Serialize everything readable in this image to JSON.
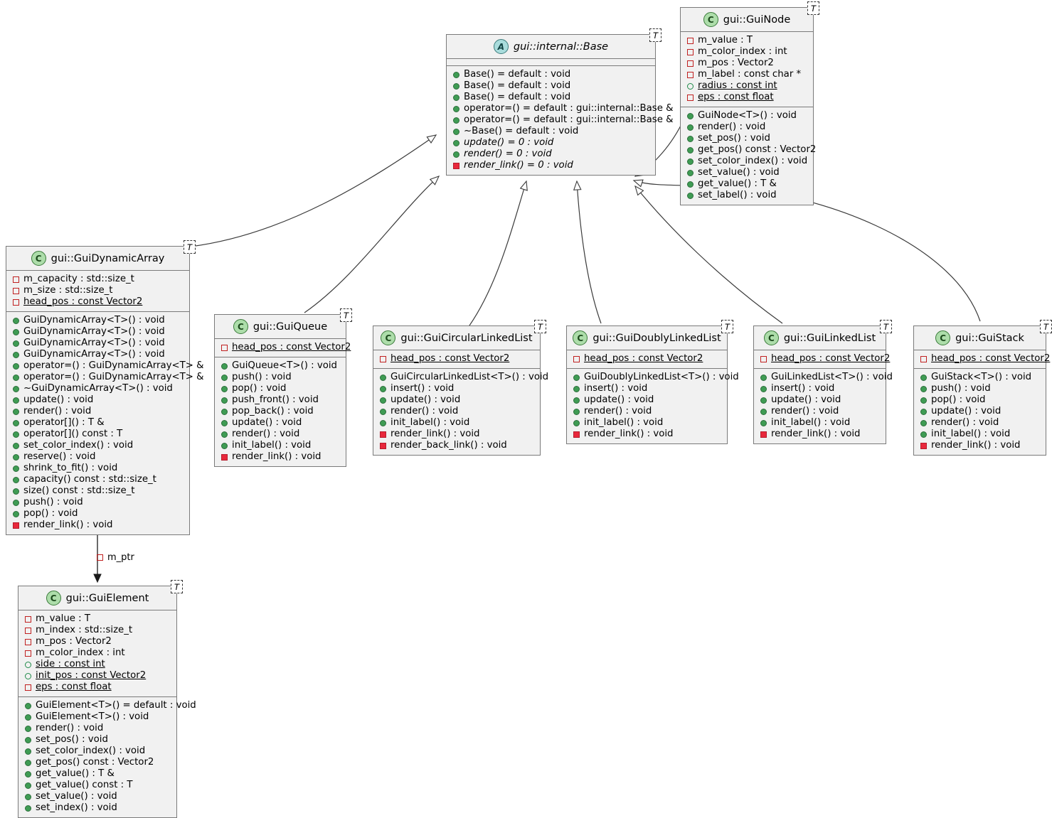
{
  "diagram": {
    "type": "uml-class-diagram",
    "background": "#ffffff",
    "class_fill": "#f1f1f1",
    "border_color": "#7a7a7a",
    "abstract_icon_color": "#a9dcdc",
    "class_icon_color": "#adddaa",
    "private_marker_color": "#c02020",
    "public_marker_color": "#3f9c54",
    "private_method_color": "#e8283c",
    "protected_marker_color": "#1e8a48"
  },
  "classes": {
    "base": {
      "name": "gui::internal::Base",
      "stereotype": "A",
      "template_param": "T",
      "abstract": true,
      "attributes": [],
      "methods": [
        {
          "text": "Base() = default : void",
          "vis": "public-method"
        },
        {
          "text": "Base() = default : void",
          "vis": "public-method"
        },
        {
          "text": "Base() = default : void",
          "vis": "public-method"
        },
        {
          "text": "operator=() = default : gui::internal::Base &",
          "vis": "public-method"
        },
        {
          "text": "operator=() = default : gui::internal::Base &",
          "vis": "public-method"
        },
        {
          "text": "~Base() = default : void",
          "vis": "public-method"
        },
        {
          "text": "update() = 0 : void",
          "vis": "public-method",
          "abstract": true
        },
        {
          "text": "render() = 0 : void",
          "vis": "public-method",
          "abstract": true
        },
        {
          "text": "render_link() = 0 : void",
          "vis": "private-method",
          "abstract": true
        }
      ]
    },
    "guinode": {
      "name": "gui::GuiNode",
      "stereotype": "C",
      "template_param": "T",
      "attributes": [
        {
          "text": "m_value : T",
          "vis": "private-field"
        },
        {
          "text": "m_color_index : int",
          "vis": "private-field"
        },
        {
          "text": "m_pos : Vector2",
          "vis": "private-field"
        },
        {
          "text": "m_label : const char *",
          "vis": "private-field"
        },
        {
          "text": "radius : const int",
          "vis": "protected-field",
          "static": true
        },
        {
          "text": "eps : const float",
          "vis": "private-field",
          "static": true
        }
      ],
      "methods": [
        {
          "text": "GuiNode<T>() : void",
          "vis": "public-method"
        },
        {
          "text": "render() : void",
          "vis": "public-method"
        },
        {
          "text": "set_pos() : void",
          "vis": "public-method"
        },
        {
          "text": "get_pos() const : Vector2",
          "vis": "public-method"
        },
        {
          "text": "set_color_index() : void",
          "vis": "public-method"
        },
        {
          "text": "set_value() : void",
          "vis": "public-method"
        },
        {
          "text": "get_value() : T &",
          "vis": "public-method"
        },
        {
          "text": "set_label() : void",
          "vis": "public-method"
        }
      ]
    },
    "guidynamicarray": {
      "name": "gui::GuiDynamicArray",
      "stereotype": "C",
      "template_param": "T",
      "attributes": [
        {
          "text": "m_capacity : std::size_t",
          "vis": "private-field"
        },
        {
          "text": "m_size : std::size_t",
          "vis": "private-field"
        },
        {
          "text": "head_pos : const Vector2",
          "vis": "private-field",
          "static": true
        }
      ],
      "methods": [
        {
          "text": "GuiDynamicArray<T>() : void",
          "vis": "public-method"
        },
        {
          "text": "GuiDynamicArray<T>() : void",
          "vis": "public-method"
        },
        {
          "text": "GuiDynamicArray<T>() : void",
          "vis": "public-method"
        },
        {
          "text": "GuiDynamicArray<T>() : void",
          "vis": "public-method"
        },
        {
          "text": "operator=() : GuiDynamicArray<T> &",
          "vis": "public-method"
        },
        {
          "text": "operator=() : GuiDynamicArray<T> &",
          "vis": "public-method"
        },
        {
          "text": "~GuiDynamicArray<T>() : void",
          "vis": "public-method"
        },
        {
          "text": "update() : void",
          "vis": "public-method"
        },
        {
          "text": "render() : void",
          "vis": "public-method"
        },
        {
          "text": "operator[]() : T &",
          "vis": "public-method"
        },
        {
          "text": "operator[]() const : T",
          "vis": "public-method"
        },
        {
          "text": "set_color_index() : void",
          "vis": "public-method"
        },
        {
          "text": "reserve() : void",
          "vis": "public-method"
        },
        {
          "text": "shrink_to_fit() : void",
          "vis": "public-method"
        },
        {
          "text": "capacity() const : std::size_t",
          "vis": "public-method"
        },
        {
          "text": "size() const : std::size_t",
          "vis": "public-method"
        },
        {
          "text": "push() : void",
          "vis": "public-method"
        },
        {
          "text": "pop() : void",
          "vis": "public-method"
        },
        {
          "text": "render_link() : void",
          "vis": "private-method"
        }
      ]
    },
    "guielement": {
      "name": "gui::GuiElement",
      "stereotype": "C",
      "template_param": "T",
      "attributes": [
        {
          "text": "m_value : T",
          "vis": "private-field"
        },
        {
          "text": "m_index : std::size_t",
          "vis": "private-field"
        },
        {
          "text": "m_pos : Vector2",
          "vis": "private-field"
        },
        {
          "text": "m_color_index : int",
          "vis": "private-field"
        },
        {
          "text": "side : const int",
          "vis": "protected-field",
          "static": true
        },
        {
          "text": "init_pos : const Vector2",
          "vis": "protected-field",
          "static": true
        },
        {
          "text": "eps : const float",
          "vis": "private-field",
          "static": true
        }
      ],
      "methods": [
        {
          "text": "GuiElement<T>() = default : void",
          "vis": "public-method"
        },
        {
          "text": "GuiElement<T>() : void",
          "vis": "public-method"
        },
        {
          "text": "render() : void",
          "vis": "public-method"
        },
        {
          "text": "set_pos() : void",
          "vis": "public-method"
        },
        {
          "text": "set_color_index() : void",
          "vis": "public-method"
        },
        {
          "text": "get_pos() const : Vector2",
          "vis": "public-method"
        },
        {
          "text": "get_value() : T &",
          "vis": "public-method"
        },
        {
          "text": "get_value() const : T",
          "vis": "public-method"
        },
        {
          "text": "set_value() : void",
          "vis": "public-method"
        },
        {
          "text": "set_index() : void",
          "vis": "public-method"
        }
      ]
    },
    "guiqueue": {
      "name": "gui::GuiQueue",
      "stereotype": "C",
      "template_param": "T",
      "attributes": [
        {
          "text": "head_pos : const Vector2",
          "vis": "private-field",
          "static": true
        }
      ],
      "methods": [
        {
          "text": "GuiQueue<T>() : void",
          "vis": "public-method"
        },
        {
          "text": "push() : void",
          "vis": "public-method"
        },
        {
          "text": "pop() : void",
          "vis": "public-method"
        },
        {
          "text": "push_front() : void",
          "vis": "public-method"
        },
        {
          "text": "pop_back() : void",
          "vis": "public-method"
        },
        {
          "text": "update() : void",
          "vis": "public-method"
        },
        {
          "text": "render() : void",
          "vis": "public-method"
        },
        {
          "text": "init_label() : void",
          "vis": "public-method"
        },
        {
          "text": "render_link() : void",
          "vis": "private-method"
        }
      ]
    },
    "guicircularlinkedlist": {
      "name": "gui::GuiCircularLinkedList",
      "stereotype": "C",
      "template_param": "T",
      "attributes": [
        {
          "text": "head_pos : const Vector2",
          "vis": "private-field",
          "static": true
        }
      ],
      "methods": [
        {
          "text": "GuiCircularLinkedList<T>() : void",
          "vis": "public-method"
        },
        {
          "text": "insert() : void",
          "vis": "public-method"
        },
        {
          "text": "update() : void",
          "vis": "public-method"
        },
        {
          "text": "render() : void",
          "vis": "public-method"
        },
        {
          "text": "init_label() : void",
          "vis": "public-method"
        },
        {
          "text": "render_link() : void",
          "vis": "private-method"
        },
        {
          "text": "render_back_link() : void",
          "vis": "private-method"
        }
      ]
    },
    "guidoublylinkedlist": {
      "name": "gui::GuiDoublyLinkedList",
      "stereotype": "C",
      "template_param": "T",
      "attributes": [
        {
          "text": "head_pos : const Vector2",
          "vis": "private-field",
          "static": true
        }
      ],
      "methods": [
        {
          "text": "GuiDoublyLinkedList<T>() : void",
          "vis": "public-method"
        },
        {
          "text": "insert() : void",
          "vis": "public-method"
        },
        {
          "text": "update() : void",
          "vis": "public-method"
        },
        {
          "text": "render() : void",
          "vis": "public-method"
        },
        {
          "text": "init_label() : void",
          "vis": "public-method"
        },
        {
          "text": "render_link() : void",
          "vis": "private-method"
        }
      ]
    },
    "guilinkedlist": {
      "name": "gui::GuiLinkedList",
      "stereotype": "C",
      "template_param": "T",
      "attributes": [
        {
          "text": "head_pos : const Vector2",
          "vis": "private-field",
          "static": true
        }
      ],
      "methods": [
        {
          "text": "GuiLinkedList<T>() : void",
          "vis": "public-method"
        },
        {
          "text": "insert() : void",
          "vis": "public-method"
        },
        {
          "text": "update() : void",
          "vis": "public-method"
        },
        {
          "text": "render() : void",
          "vis": "public-method"
        },
        {
          "text": "init_label() : void",
          "vis": "public-method"
        },
        {
          "text": "render_link() : void",
          "vis": "private-method"
        }
      ]
    },
    "guistack": {
      "name": "gui::GuiStack",
      "stereotype": "C",
      "template_param": "T",
      "attributes": [
        {
          "text": "head_pos : const Vector2",
          "vis": "private-field",
          "static": true
        }
      ],
      "methods": [
        {
          "text": "GuiStack<T>() : void",
          "vis": "public-method"
        },
        {
          "text": "push() : void",
          "vis": "public-method"
        },
        {
          "text": "pop() : void",
          "vis": "public-method"
        },
        {
          "text": "update() : void",
          "vis": "public-method"
        },
        {
          "text": "render() : void",
          "vis": "public-method"
        },
        {
          "text": "init_label() : void",
          "vis": "public-method"
        },
        {
          "text": "render_link() : void",
          "vis": "private-method"
        }
      ]
    }
  },
  "relations": {
    "association_label": "m_ptr",
    "inheritance": [
      {
        "from": "gui::GuiDynamicArray",
        "to": "gui::internal::Base"
      },
      {
        "from": "gui::GuiQueue",
        "to": "gui::internal::Base"
      },
      {
        "from": "gui::GuiCircularLinkedList",
        "to": "gui::internal::Base"
      },
      {
        "from": "gui::GuiDoublyLinkedList",
        "to": "gui::internal::Base"
      },
      {
        "from": "gui::GuiLinkedList",
        "to": "gui::internal::Base"
      },
      {
        "from": "gui::GuiStack",
        "to": "gui::internal::Base"
      },
      {
        "from": "gui::GuiNode",
        "to": "gui::internal::Base"
      }
    ],
    "association": [
      {
        "from": "gui::GuiDynamicArray",
        "to": "gui::GuiElement",
        "label": "m_ptr"
      }
    ]
  }
}
